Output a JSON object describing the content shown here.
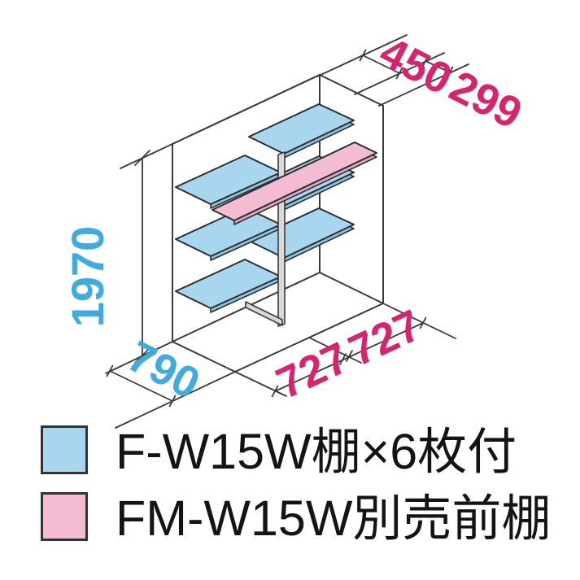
{
  "diagram": {
    "type": "isometric-storage-interior-dimension-diagram",
    "dimensions": {
      "height_mm": "1970",
      "depth_mm": "790",
      "bay_width_left_mm": "727",
      "bay_width_right_mm": "727",
      "shelf_depth_mm": "450",
      "front_shelf_depth_mm": "299"
    },
    "colors": {
      "dim_cyan": "#41AADE",
      "dim_magenta": "#D6246E",
      "shelf_blue_fill": "#A9D6EF",
      "shelf_pink_fill": "#F4BCD2",
      "outline": "#3a3a3a"
    },
    "shelves": {
      "blue_count": 6,
      "pink_count": 1
    },
    "legend": {
      "items": [
        {
          "id": "blue-shelf",
          "swatch_color": "#A9D6EF",
          "label": "F-W15W棚×6枚付"
        },
        {
          "id": "pink-shelf",
          "swatch_color": "#F4BCD2",
          "label": "FM-W15W別売前棚"
        }
      ]
    }
  }
}
